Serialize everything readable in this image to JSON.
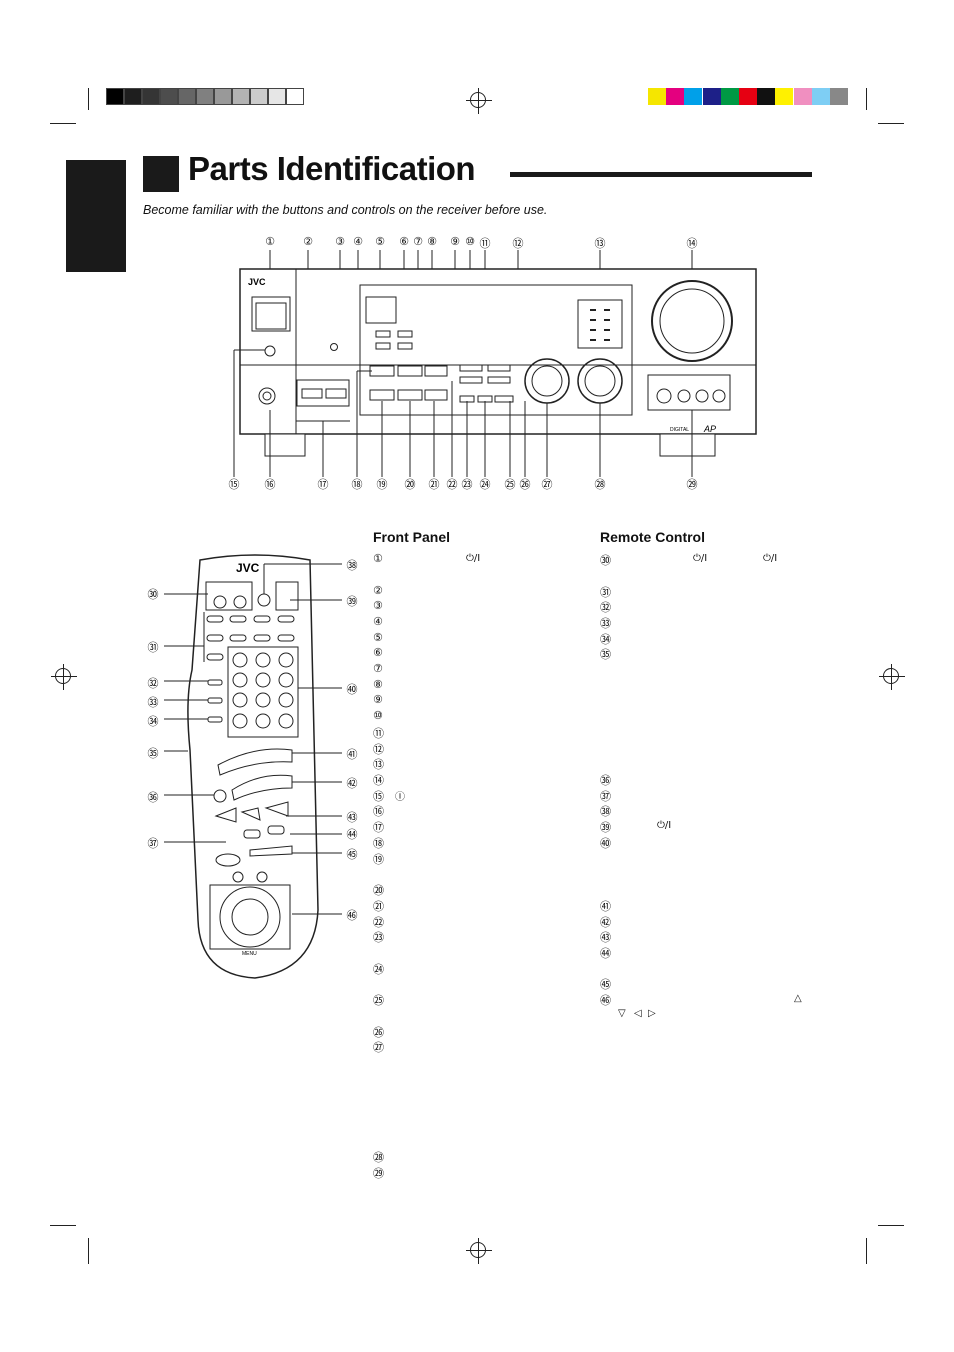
{
  "page": {
    "title": "Parts Identification",
    "subtitle": "Become familiar with the buttons and controls on the receiver before use."
  },
  "colors": {
    "gray_bar": [
      "#000000",
      "#1e1e1e",
      "#353535",
      "#4d4d4d",
      "#666666",
      "#808080",
      "#999999",
      "#b3b3b3",
      "#cccccc",
      "#e6e6e6",
      "#ffffff"
    ],
    "color_bar": [
      "#f5e600",
      "#e4007f",
      "#00a0e9",
      "#1d2088",
      "#009944",
      "#e60012",
      "#111111",
      "#fff100",
      "#f08fc0",
      "#7ecef4",
      "#888888"
    ]
  },
  "receiver": {
    "brand": "JVC",
    "digital_label": "DIGITAL",
    "ap_label": "AP",
    "callouts_top": [
      "①",
      "②",
      "③",
      "④",
      "⑤",
      "⑥",
      "⑦",
      "⑧",
      "⑨",
      "⑩",
      "⑪",
      "⑫",
      "⑬",
      "⑭"
    ],
    "callouts_bottom": [
      "⑮",
      "⑯",
      "⑰",
      "⑱",
      "⑲",
      "⑳",
      "㉑",
      "㉒",
      "㉓",
      "㉔",
      "㉕",
      "㉖",
      "㉗",
      "㉘",
      "㉙"
    ]
  },
  "remote": {
    "brand": "JVC",
    "menu_label": "MENU",
    "callouts_left": [
      "㉚",
      "㉛",
      "㉜",
      "㉝",
      "㉞",
      "㉟",
      "㊱",
      "㊲"
    ],
    "callouts_right": [
      "㊳",
      "㊴",
      "㊵",
      "㊶",
      "㊷",
      "㊸",
      "㊹",
      "㊺",
      "㊻"
    ]
  },
  "front_panel": {
    "heading": "Front Panel",
    "items": [
      "①",
      "②",
      "③",
      "④",
      "⑤",
      "⑥",
      "⑦",
      "⑧",
      "⑨",
      "⑩",
      "⑪",
      "⑫",
      "⑬",
      "⑭",
      "⑮",
      "⑯",
      "⑰",
      "⑱",
      "⑲",
      "⑳",
      "㉑",
      "㉒",
      "㉓",
      "㉔",
      "㉕",
      "㉖",
      "㉗",
      "㉘",
      "㉙"
    ],
    "power_symbol": "⏻/I",
    "item15_symbol": "Ⓘ"
  },
  "remote_control": {
    "heading": "Remote Control",
    "items": [
      "㉚",
      "㉛",
      "㉜",
      "㉝",
      "㉞",
      "㉟",
      "㊱",
      "㊲",
      "㊳",
      "㊴",
      "㊵",
      "㊶",
      "㊷",
      "㊸",
      "㊹",
      "㊺",
      "㊻"
    ],
    "power_symbol_a": "⏻/I",
    "power_symbol_b": "⏻/I",
    "power_symbol_c": "⏻/I",
    "cursor_up": "△",
    "cursor_down": "▽",
    "cursor_left": "◁",
    "cursor_right": "▷"
  }
}
